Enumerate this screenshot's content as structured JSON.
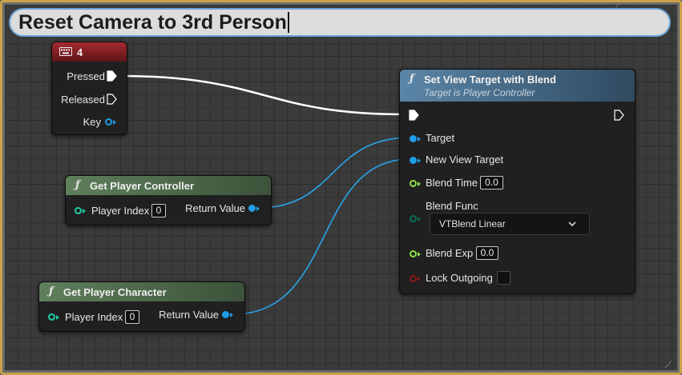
{
  "comment": {
    "title": "Reset Camera to 3rd Person"
  },
  "key_event": {
    "key_label": "4",
    "pins": {
      "pressed": "Pressed",
      "released": "Released",
      "key": "Key"
    }
  },
  "get_player_controller": {
    "title": "Get Player Controller",
    "player_index_label": "Player Index",
    "player_index_value": "0",
    "return_label": "Return Value"
  },
  "get_player_character": {
    "title": "Get Player Character",
    "player_index_label": "Player Index",
    "player_index_value": "0",
    "return_label": "Return Value"
  },
  "set_view_target": {
    "title": "Set View Target with Blend",
    "subtitle": "Target is Player Controller",
    "pins": {
      "target": "Target",
      "new_view_target": "New View Target",
      "blend_time": "Blend Time",
      "blend_time_value": "0.0",
      "blend_func": "Blend Func",
      "blend_func_value": "VTBlend Linear",
      "blend_exp": "Blend Exp",
      "blend_exp_value": "0.0",
      "lock_outgoing": "Lock Outgoing"
    }
  },
  "icons": {
    "function": "function-icon",
    "keyboard": "keyboard-icon",
    "dropdown": "chevron-down-icon",
    "exec": "exec-pin-icon"
  },
  "colors": {
    "comment_border": "#c9a24a",
    "key_header": "#8a1f24",
    "pure_header": "#4d6b4a",
    "function_header": "#4a6f8c",
    "object_pin": "#1f9ee8",
    "float_pin": "#8ee04a",
    "byte_pin": "#0b6b5a",
    "bool_pin": "#8b1a1a",
    "exec_wire": "#ffffff"
  }
}
